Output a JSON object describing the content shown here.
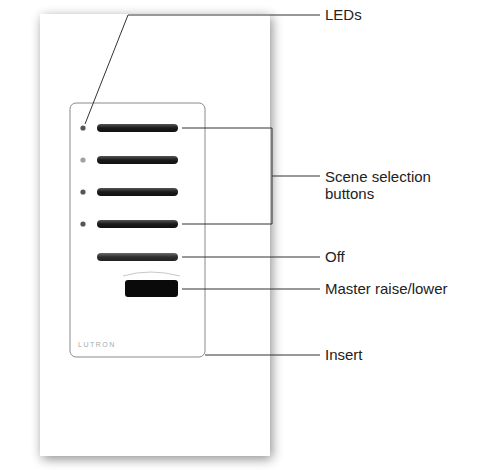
{
  "diagram": {
    "labels": [
      "LEDs",
      "Scene selection buttons",
      "Off",
      "Master raise/lower",
      "LUTRON",
      "Insert"
    ]
  }
}
